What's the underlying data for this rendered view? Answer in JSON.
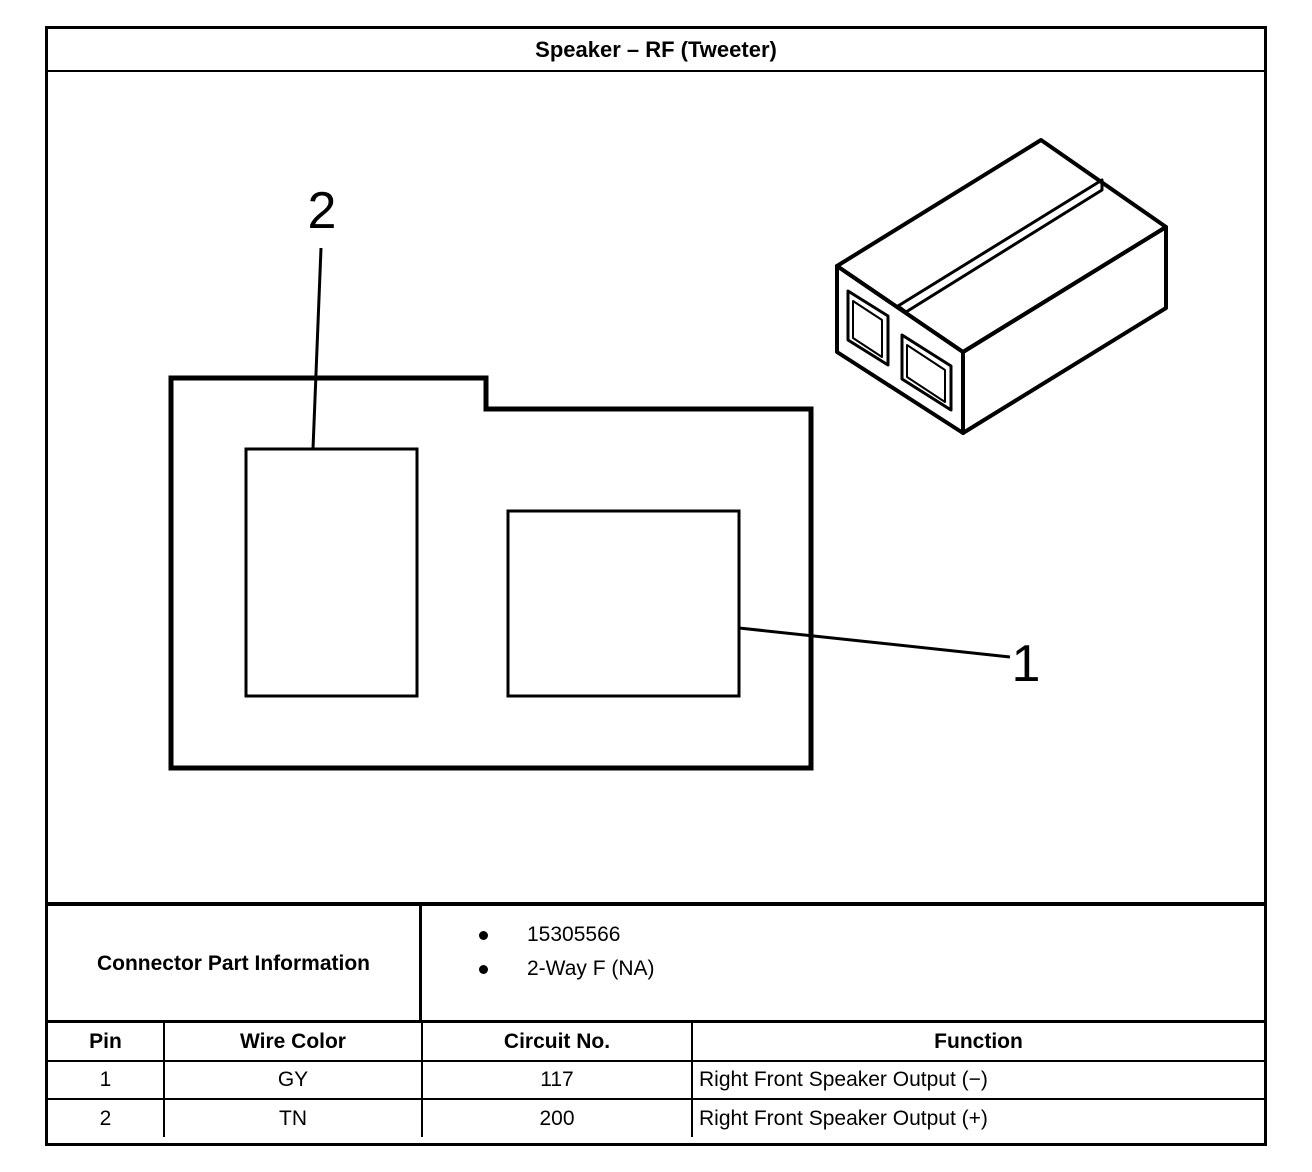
{
  "title": "Speaker – RF (Tweeter)",
  "diagram": {
    "callouts": [
      "2",
      "1"
    ]
  },
  "connector_info": {
    "label": "Connector Part Information",
    "items": [
      "15305566",
      "2-Way F (NA)"
    ]
  },
  "pin_table": {
    "headers": [
      "Pin",
      "Wire Color",
      "Circuit No.",
      "Function"
    ],
    "rows": [
      {
        "pin": "1",
        "wire_color": "GY",
        "circuit": "117",
        "function": "Right Front Speaker Output (−)"
      },
      {
        "pin": "2",
        "wire_color": "TN",
        "circuit": "200",
        "function": "Right Front Speaker Output (+)"
      }
    ]
  }
}
